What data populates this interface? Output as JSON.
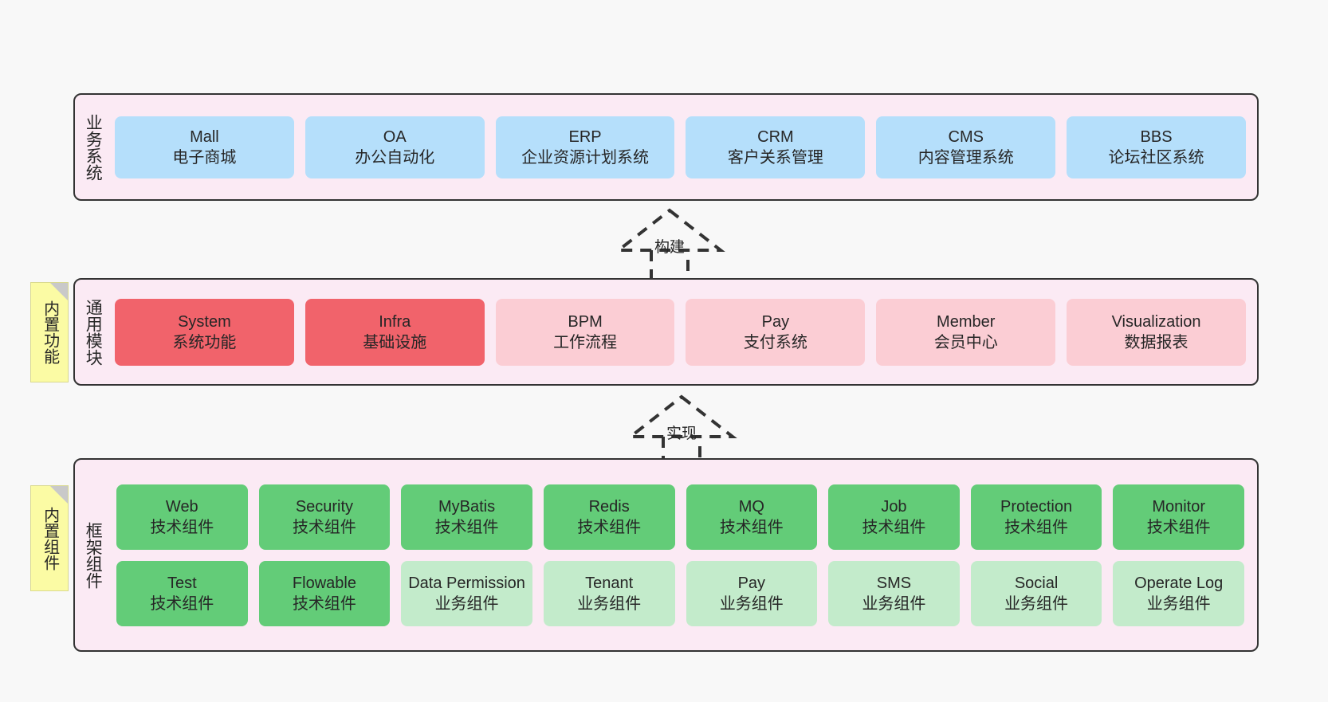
{
  "layers": {
    "business": {
      "title": "业务系统",
      "cards": [
        {
          "en": "Mall",
          "cn": "电子商城"
        },
        {
          "en": "OA",
          "cn": "办公自动化"
        },
        {
          "en": "ERP",
          "cn": "企业资源计划系统"
        },
        {
          "en": "CRM",
          "cn": "客户关系管理"
        },
        {
          "en": "CMS",
          "cn": "内容管理系统"
        },
        {
          "en": "BBS",
          "cn": "论坛社区系统"
        }
      ]
    },
    "modules": {
      "title": "通用模块",
      "tag": "内置功能",
      "cards": [
        {
          "en": "System",
          "cn": "系统功能",
          "tone": "strong"
        },
        {
          "en": "Infra",
          "cn": "基础设施",
          "tone": "strong"
        },
        {
          "en": "BPM",
          "cn": "工作流程",
          "tone": "soft"
        },
        {
          "en": "Pay",
          "cn": "支付系统",
          "tone": "soft"
        },
        {
          "en": "Member",
          "cn": "会员中心",
          "tone": "soft"
        },
        {
          "en": "Visualization",
          "cn": "数据报表",
          "tone": "soft"
        }
      ]
    },
    "framework": {
      "title": "框架组件",
      "tag": "内置组件",
      "row1": [
        {
          "en": "Web",
          "cn": "技术组件",
          "tone": "strong"
        },
        {
          "en": "Security",
          "cn": "技术组件",
          "tone": "strong"
        },
        {
          "en": "MyBatis",
          "cn": "技术组件",
          "tone": "strong"
        },
        {
          "en": "Redis",
          "cn": "技术组件",
          "tone": "strong"
        },
        {
          "en": "MQ",
          "cn": "技术组件",
          "tone": "strong"
        },
        {
          "en": "Job",
          "cn": "技术组件",
          "tone": "strong"
        },
        {
          "en": "Protection",
          "cn": "技术组件",
          "tone": "strong"
        },
        {
          "en": "Monitor",
          "cn": "技术组件",
          "tone": "strong"
        }
      ],
      "row2": [
        {
          "en": "Test",
          "cn": "技术组件",
          "tone": "strong"
        },
        {
          "en": "Flowable",
          "cn": "技术组件",
          "tone": "strong"
        },
        {
          "en": "Data Permission",
          "cn": "业务组件",
          "tone": "soft"
        },
        {
          "en": "Tenant",
          "cn": "业务组件",
          "tone": "soft"
        },
        {
          "en": "Pay",
          "cn": "业务组件",
          "tone": "soft"
        },
        {
          "en": "SMS",
          "cn": "业务组件",
          "tone": "soft"
        },
        {
          "en": "Social",
          "cn": "业务组件",
          "tone": "soft"
        },
        {
          "en": "Operate Log",
          "cn": "业务组件",
          "tone": "soft"
        }
      ]
    }
  },
  "arrows": [
    {
      "label": "构建"
    },
    {
      "label": "实现"
    }
  ],
  "colors": {
    "layer_background": "#fbeaf4",
    "layer_border": "#333333",
    "business_card": "#b5dffb",
    "module_strong": "#f1636b",
    "module_soft": "#fbcdd4",
    "component_strong": "#63cc78",
    "component_soft": "#c3ebcb",
    "tag_background": "#fbfba4",
    "text": "#262626"
  }
}
